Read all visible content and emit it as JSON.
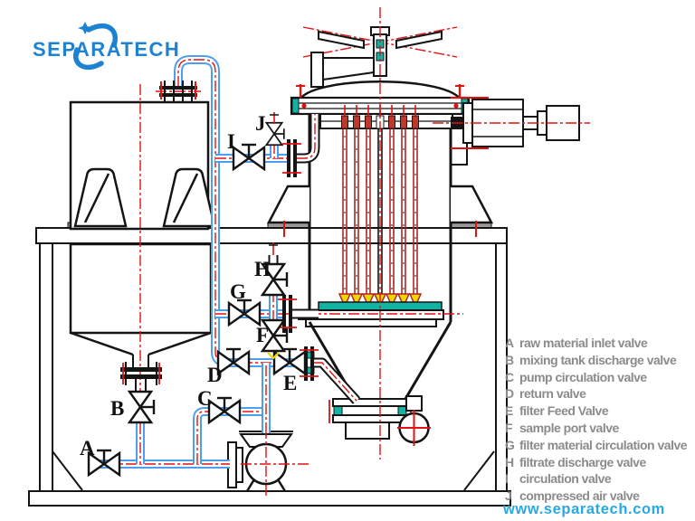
{
  "logo": {
    "text": "SEPARATECH",
    "color": "#1d82d2"
  },
  "website": {
    "text": "www.separatech.com",
    "color": "#29a8e2"
  },
  "legend": {
    "items": [
      {
        "key": "A",
        "desc": "raw material inlet valve"
      },
      {
        "key": "B",
        "desc": "mixing tank discharge valve"
      },
      {
        "key": "C",
        "desc": "pump circulation valve"
      },
      {
        "key": "D",
        "desc": "return valve"
      },
      {
        "key": "E",
        "desc": "filter Feed Valve"
      },
      {
        "key": "F",
        "desc": "sample port valve"
      },
      {
        "key": "G",
        "desc": "filter material circulation valve"
      },
      {
        "key": "H",
        "desc": "filtrate discharge valve"
      },
      {
        "key": "I",
        "desc": "circulation valve"
      },
      {
        "key": "J",
        "desc": "compressed air valve"
      }
    ]
  },
  "diagram": {
    "valve_labels": {
      "A": "A",
      "B": "B",
      "C": "C",
      "D": "D",
      "E": "E",
      "F": "F",
      "G": "G",
      "H": "H",
      "I": "I",
      "J": "J"
    }
  },
  "colors": {
    "pipe_blue": "#4d9fee",
    "centerline_red": "#e01212",
    "filter_plate_red": "#b02525",
    "gasket_teal": "#12b3a3",
    "nozzle_yellow": "#ecd800",
    "outline_black": "#141414",
    "legend_grey": "#8b8b8b",
    "logo_blue": "#1d82d2",
    "website_blue": "#29a8e2"
  }
}
